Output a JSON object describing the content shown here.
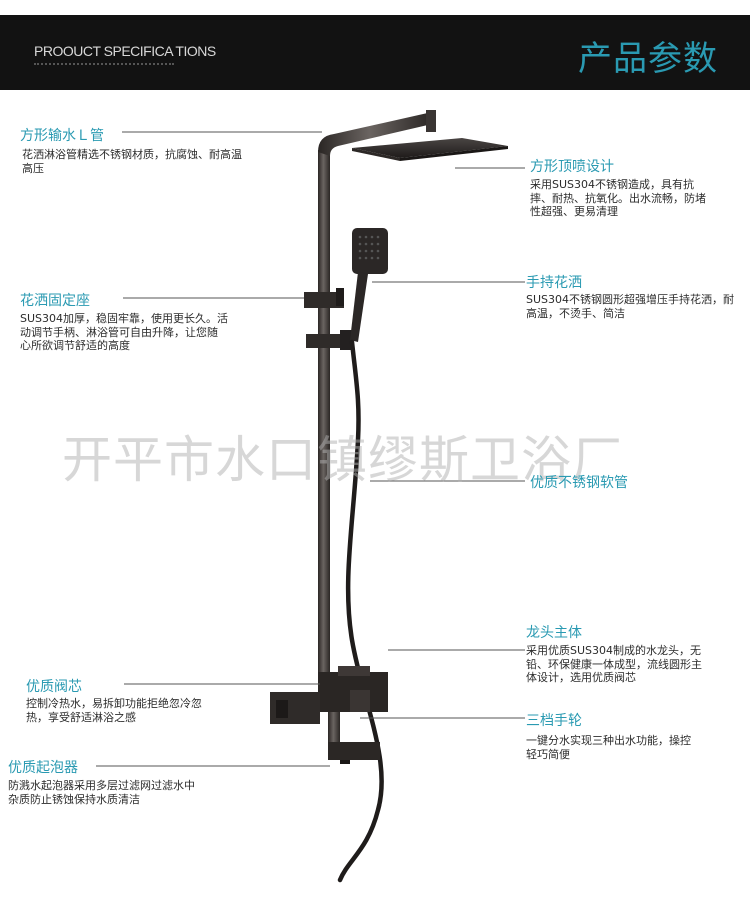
{
  "header": {
    "title_en": "PROOUCT SPECIFICA TIONS",
    "title_cn": "产品参数"
  },
  "watermark": "开平市水口镇缪斯卫浴厂",
  "features": [
    {
      "title": "方形输水Ｌ管",
      "desc": "花洒淋浴管精选不锈钢材质，抗腐蚀、耐高温高压"
    },
    {
      "title": "方形顶喷设计",
      "desc": "采用SUS304不锈钢造成，具有抗摔、耐热、抗氧化。出水流畅，防堵性超强、更易清理"
    },
    {
      "title": "花洒固定座",
      "desc": "SUS304加厚，稳固牢靠，使用更长久。活动调节手柄、淋浴管可自由升降，让您随心所欲调节舒适的高度"
    },
    {
      "title": "手持花洒",
      "desc": "SUS304不锈钢圆形超强增压手持花洒，耐高温，不烫手、简洁"
    },
    {
      "title": "优质不锈钢软管",
      "desc": ""
    },
    {
      "title": "龙头主体",
      "desc": "采用优质SUS304制成的水龙头，无铅、环保健康一体成型，流线圆形主体设计，选用优质阀芯"
    },
    {
      "title": "优质阀芯",
      "desc": "控制冷热水，易拆卸功能拒绝忽冷忽热，享受舒适淋浴之感"
    },
    {
      "title": "三档手轮",
      "desc": "一键分水实现三种出水功能，操控轻巧简便"
    },
    {
      "title": "优质起泡器",
      "desc": "防溅水起泡器采用多层过滤网过滤水中杂质防止锈蚀保持水质清洁"
    }
  ],
  "colors": {
    "accent": "#2a9ab2",
    "header_bg": "#121212",
    "text": "#2c2c2c",
    "metal": "#3f3a37"
  }
}
